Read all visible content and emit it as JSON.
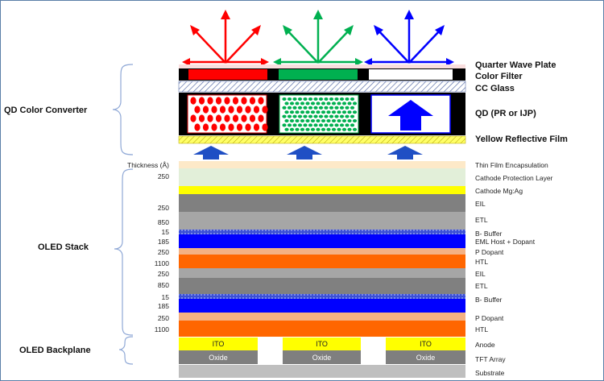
{
  "groups": {
    "qd_color_converter": "QD Color Converter",
    "oled_stack": "OLED Stack",
    "oled_backplane": "OLED Backplane"
  },
  "qd_layers": {
    "quarter_wave_plate": "Quarter Wave Plate",
    "color_filter": "Color Filter",
    "cc_glass": "CC Glass",
    "qd": "QD (PR or IJP)",
    "yellow_reflective_film": "Yellow Reflective Film"
  },
  "thickness_header": "Thickness (Å)",
  "stack_layers": [
    {
      "name": "Thin Film Encapsulation",
      "thickness": ""
    },
    {
      "name": "Cathode Protection Layer",
      "thickness": "250"
    },
    {
      "name": "Cathode Mg:Ag",
      "thickness": ""
    },
    {
      "name": "EIL",
      "thickness": "250"
    },
    {
      "name": "ETL",
      "thickness": "850"
    },
    {
      "name": "B- Buffer",
      "thickness": "15"
    },
    {
      "name": "EML Host + Dopant",
      "thickness": "185"
    },
    {
      "name": "P Dopant",
      "thickness": "250"
    },
    {
      "name": "HTL",
      "thickness": "1100"
    },
    {
      "name": "EIL",
      "thickness": "250"
    },
    {
      "name": "ETL",
      "thickness": "850"
    },
    {
      "name": "B- Buffer",
      "thickness": "15"
    },
    {
      "name": "",
      "thickness": "185"
    },
    {
      "name": "P Dopant",
      "thickness": "250"
    },
    {
      "name": "HTL",
      "thickness": "1100"
    }
  ],
  "backplane": {
    "anode_label": "Anode",
    "tft_label": "TFT Array",
    "substrate_label": "Substrate",
    "ito": [
      "ITO",
      "ITO",
      "ITO"
    ],
    "oxide": [
      "Oxide",
      "Oxide",
      "Oxide"
    ]
  },
  "colors": {
    "red": "#ff0000",
    "green": "#00b050",
    "blue": "#0000ff",
    "emission_blue": "#1f4fc4",
    "yellow": "#ffff00",
    "orange": "#ff6600",
    "gray": "#808080"
  }
}
